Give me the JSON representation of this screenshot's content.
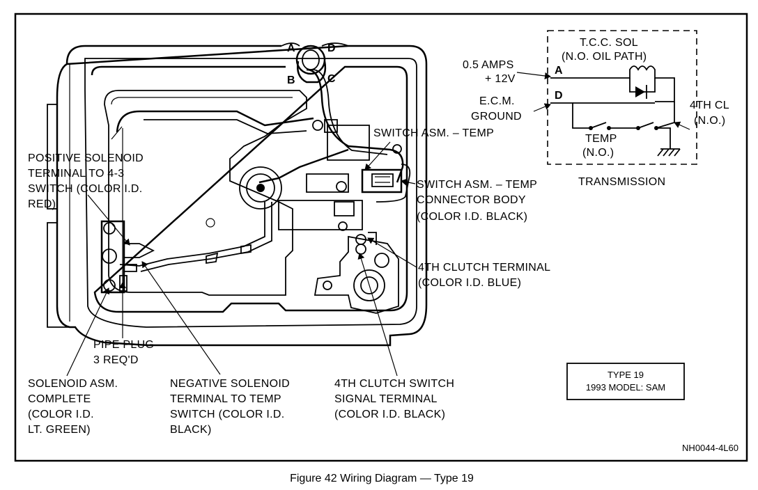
{
  "figure_caption": "Figure 42 Wiring Diagram — Type 19",
  "reference_code": "NH0044-4L60",
  "type_box": {
    "line1": "TYPE 19",
    "line2": "1993 MODEL: SAM"
  },
  "connector_pins": {
    "a": "A",
    "b": "B",
    "c": "C",
    "d": "D"
  },
  "schematic": {
    "sol_title_1": "T.C.C. SOL",
    "sol_title_2": "(N.O. OIL PATH)",
    "amps_1": "0.5 AMPS",
    "amps_2": "+ 12V",
    "ecm_1": "E.C.M.",
    "ecm_2": "GROUND",
    "pin_a": "A",
    "pin_d": "D",
    "fourth_cl_1": "4TH CL",
    "fourth_cl_2": "(N.O.)",
    "temp_1": "TEMP",
    "temp_2": "(N.O.)",
    "transmission": "TRANSMISSION"
  },
  "callouts": {
    "switch_temp": "SWITCH ASM. – TEMP",
    "connector_body_1": "SWITCH ASM. – TEMP",
    "connector_body_2": "CONNECTOR BODY",
    "connector_body_3": "(COLOR I.D. BLACK)",
    "positive_1": "POSITIVE SOLENOID",
    "positive_2": "TERMINAL TO 4-3",
    "positive_3": "SWITCH (COLOR I.D.",
    "positive_4": "RED)",
    "fourth_clutch_terminal_1": "4TH CLUTCH TERMINAL",
    "fourth_clutch_terminal_2": "(COLOR I.D. BLUE)",
    "pipe_plug_1": "PIPE PLUG",
    "pipe_plug_2": "3 REQ'D",
    "solenoid_1": "SOLENOID ASM.",
    "solenoid_2": "COMPLETE",
    "solenoid_3": "(COLOR I.D.",
    "solenoid_4": "LT. GREEN)",
    "negative_1": "NEGATIVE SOLENOID",
    "negative_2": "TERMINAL TO TEMP",
    "negative_3": "SWITCH (COLOR I.D.",
    "negative_4": "BLACK)",
    "signal_1": "4TH CLUTCH SWITCH",
    "signal_2": "SIGNAL TERMINAL",
    "signal_3": "(COLOR I.D. BLACK)"
  }
}
